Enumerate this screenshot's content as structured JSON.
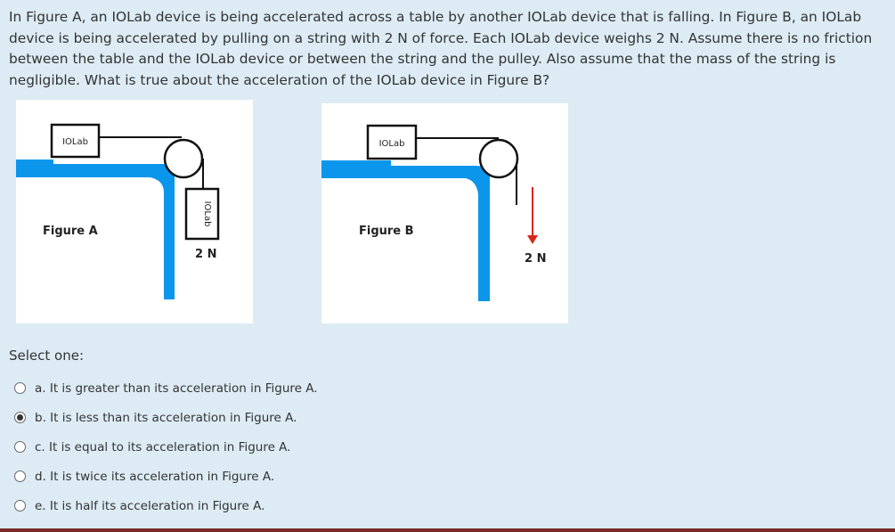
{
  "question": {
    "text": "In Figure A, an IOLab device is being accelerated across a table by another IOLab device that is falling. In Figure B, an IOLab device is being accelerated by pulling on a string with 2 N of force. Each IOLab device weighs 2 N. Assume there is no friction between the table and the IOLab device or between the string and the pulley. Also assume that the mass of the string is negligible. What is true about the acceleration of the IOLab device in Figure B?"
  },
  "figure_a": {
    "label": "Figure A",
    "device_table_label": "IOLab",
    "device_hanging_label": "IOLab",
    "force_label": "2 N"
  },
  "figure_b": {
    "label": "Figure B",
    "device_table_label": "IOLab",
    "force_label": "2 N",
    "arrow_color": "#d9261c"
  },
  "colors": {
    "table_blue": "#0b96ec",
    "panel_bg": "#dcebf4"
  },
  "prompt": {
    "select_label": "Select one:"
  },
  "options": [
    {
      "label": "a. It is greater than its acceleration in Figure A.",
      "selected": false
    },
    {
      "label": "b. It is less than its acceleration in Figure A.",
      "selected": true
    },
    {
      "label": "c. It is equal to its acceleration in Figure A.",
      "selected": false
    },
    {
      "label": "d. It is twice its acceleration in Figure A.",
      "selected": false
    },
    {
      "label": "e. It is half its acceleration in Figure A.",
      "selected": false
    }
  ]
}
